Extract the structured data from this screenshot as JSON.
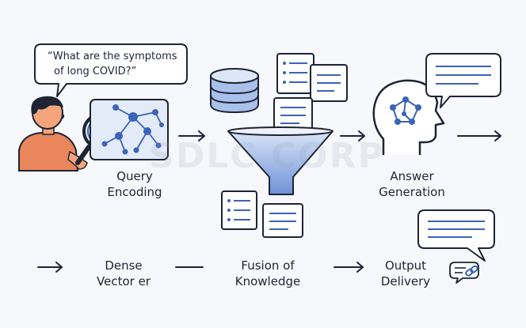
{
  "question": {
    "line1": "“What are the symptoms",
    "line2": "of long COVID?”"
  },
  "steps": {
    "query_encoding": {
      "line1": "Query",
      "line2": "Encoding"
    },
    "answer_generation": {
      "line1": "Answer",
      "line2": "Generation"
    },
    "dense_vector": {
      "line1": "Dense",
      "line2": "Vector er"
    },
    "fusion": {
      "line1": "Fusion of",
      "line2": "Knowledge"
    },
    "output_delivery": {
      "line1": "Output",
      "line2": "Delivery"
    }
  },
  "watermark": "SDLC CORP",
  "icons": [
    "person-icon",
    "magnifier-icon",
    "vector-graph-icon",
    "database-icon",
    "document-icon",
    "funnel-icon",
    "brain-head-icon",
    "chat-bubble-icon",
    "link-chat-icon",
    "arrow-icon"
  ],
  "colors": {
    "outline": "#1d2433",
    "blue": "#3b63b8",
    "light_blue": "#c5d5f0",
    "skin": "#f4a57c",
    "shirt": "#e9865c"
  }
}
